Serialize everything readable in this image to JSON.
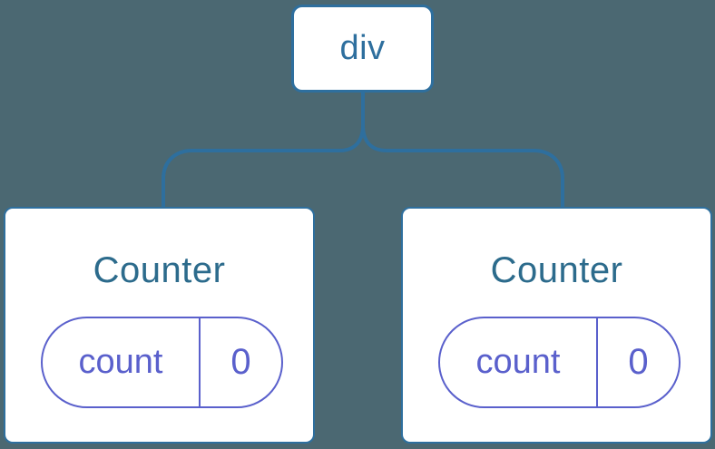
{
  "diagram": {
    "description": "React component tree diagram: root div element with two Counter children, each holding count state",
    "root": {
      "label": "div"
    },
    "children": [
      {
        "title": "Counter",
        "state": {
          "key": "count",
          "value": "0"
        }
      },
      {
        "title": "Counter",
        "state": {
          "key": "count",
          "value": "0"
        }
      }
    ]
  },
  "colors": {
    "background": "#4b6872",
    "connector": "#2e6f9e",
    "node_border": "#2e6f9e",
    "node_text": "#2e6f9e",
    "card_title": "#2c6b8c",
    "state_pill": "#5a60cc",
    "card_background": "#ffffff"
  }
}
